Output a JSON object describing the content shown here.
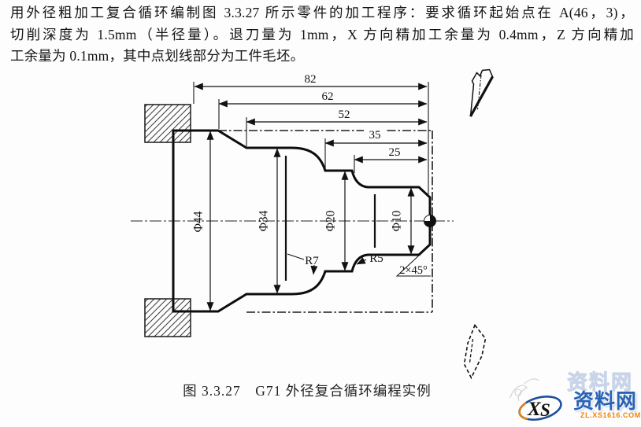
{
  "paragraph": {
    "lines": [
      "用外径粗加工复合循环编制图 3.3.27 所示零件的加工程序：要求循环起始点在 A(46，3)，",
      "切削深度为 1.5mm（半径量）。退刀量为 1mm，X 方向精加工余量为 0.4mm，Z 方向精加",
      "工余量为 0.1mm，其中点划线部分为工件毛坯。"
    ]
  },
  "caption": "图 3.3.27　G71 外径复合循环编程实例",
  "figure": {
    "length_dims": [
      {
        "label": "82"
      },
      {
        "label": "62"
      },
      {
        "label": "52"
      },
      {
        "label": "35"
      },
      {
        "label": "25"
      }
    ],
    "diameter_dims": [
      {
        "label": "Φ44"
      },
      {
        "label": "Φ34"
      },
      {
        "label": "Φ20"
      },
      {
        "label": "Φ10"
      }
    ],
    "radius_dims": [
      {
        "label": "R7"
      },
      {
        "label": "R5"
      }
    ],
    "chamfer_dim": {
      "label": "2×45°"
    }
  },
  "watermark": {
    "monogram_x": "X",
    "monogram_s": "S",
    "site_name": "资料网",
    "site_url": "ZL.XS1616.COM",
    "accent_blue": "#2a62b4",
    "accent_orange": "#f08300"
  }
}
